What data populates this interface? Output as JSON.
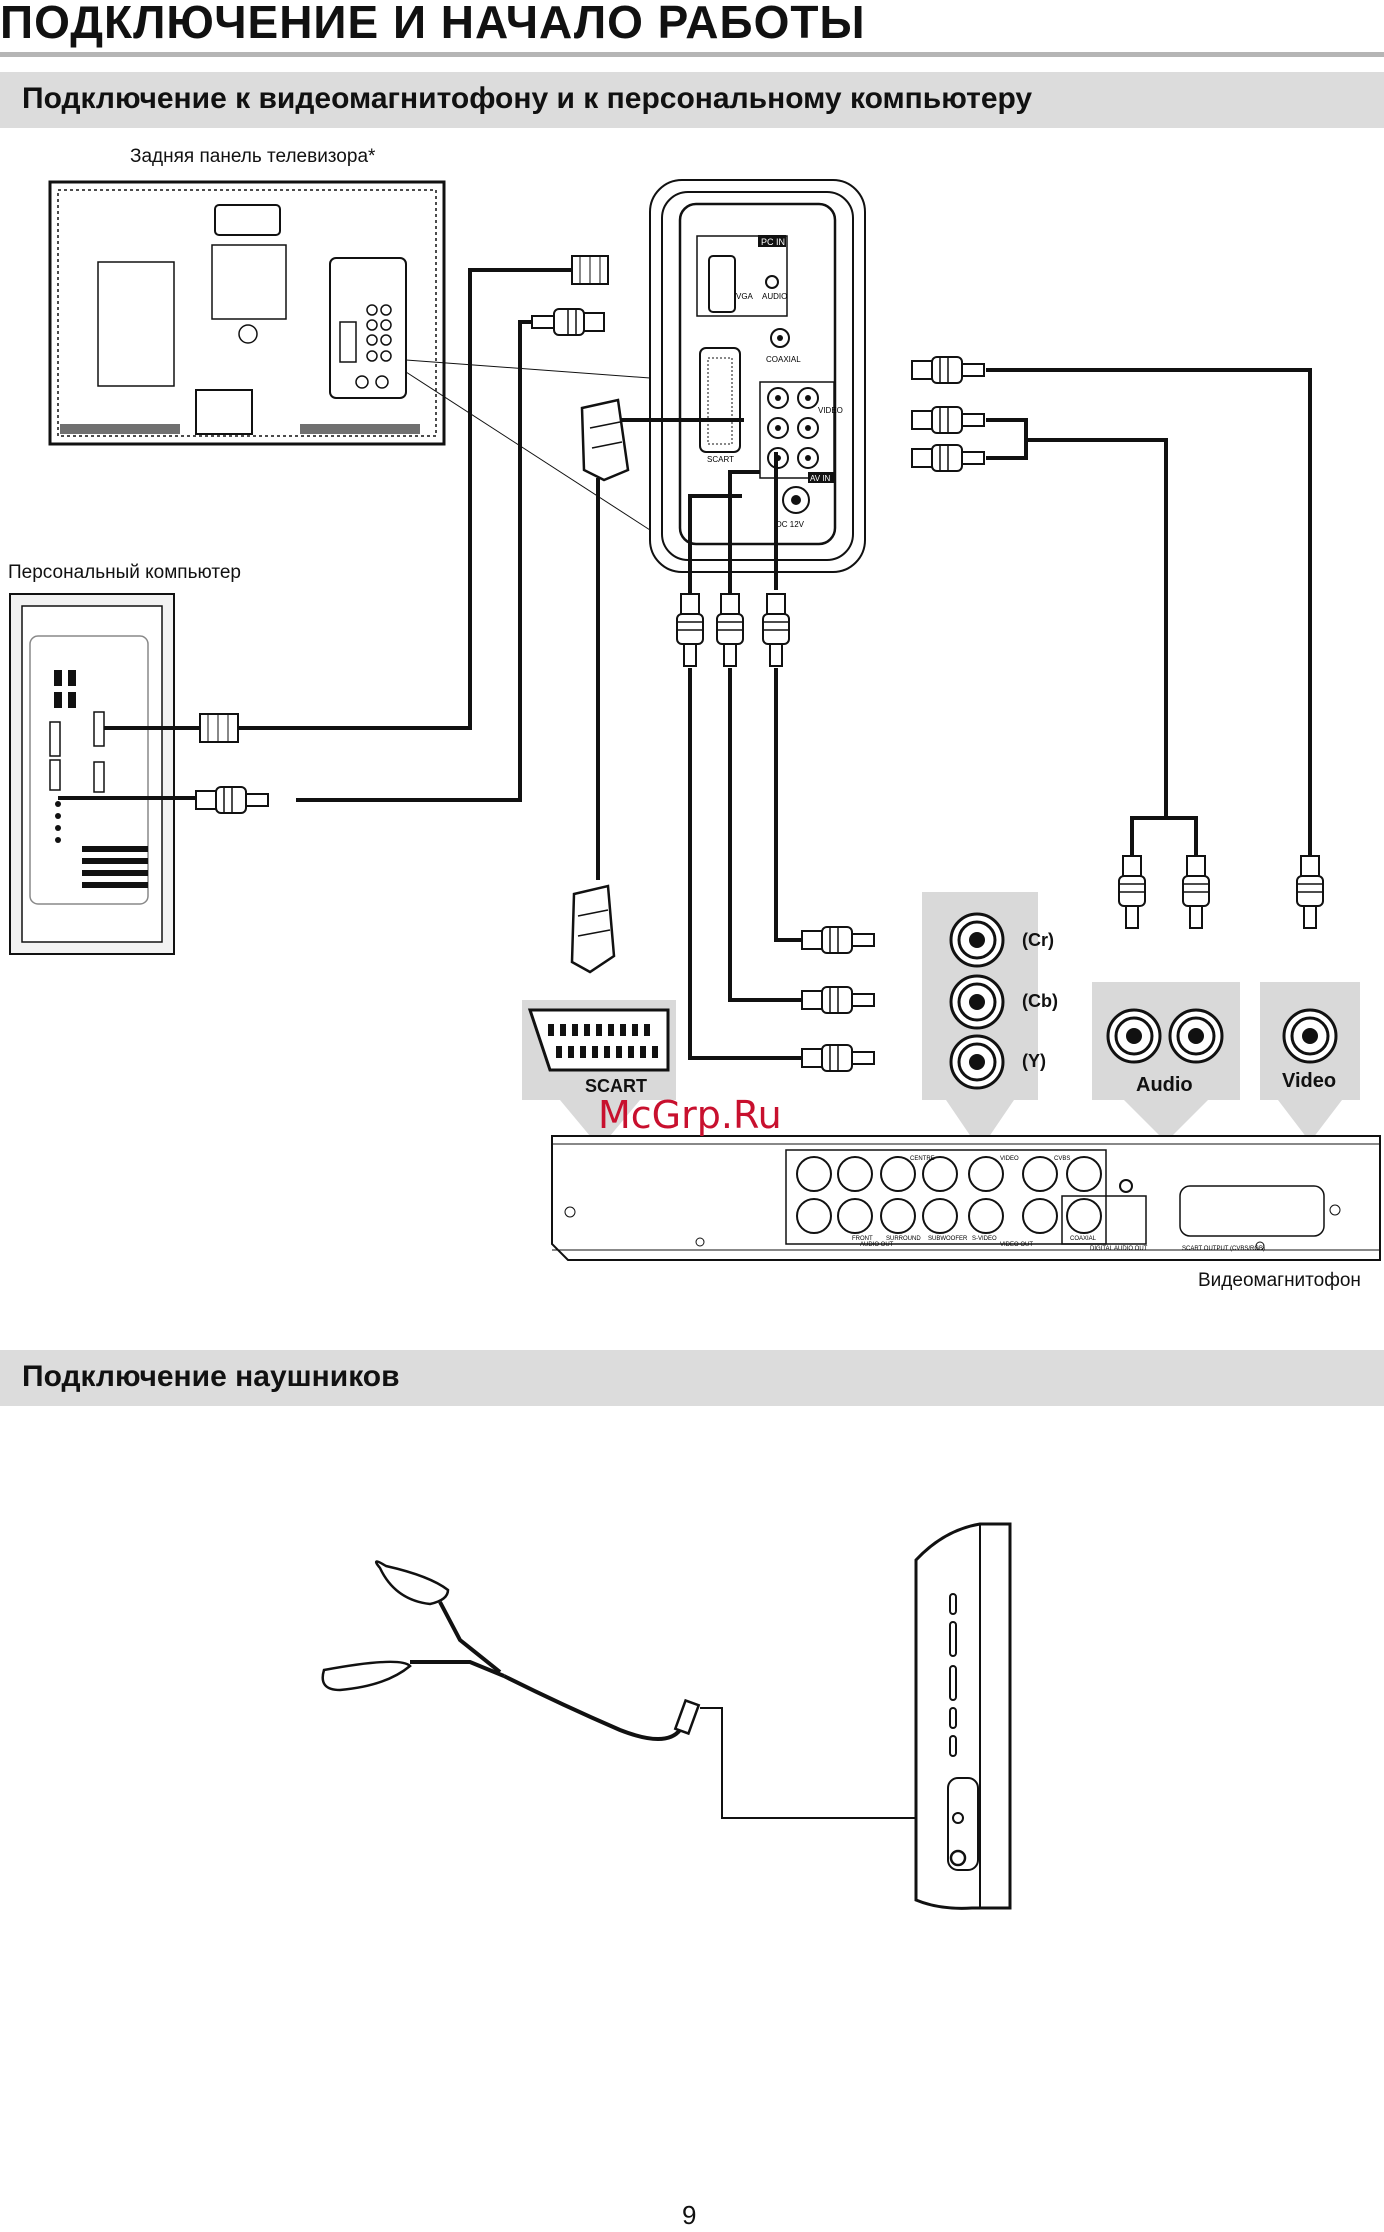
{
  "page": {
    "title": "ПОДКЛЮЧЕНИЕ И НАЧАЛО РАБОТЫ",
    "page_number": "9",
    "watermark": "McGrp.Ru"
  },
  "section1": {
    "heading": "Подключение к видеомагнитофону и к персональному компьютеру",
    "tv_back_label": "Задняя панель телевизора*",
    "pc_label": "Персональный компьютер",
    "vcr_label": "Видеомагнитофон",
    "panel_labels": {
      "pc_in": "PC IN",
      "vga": "VGA",
      "audio": "AUDIO",
      "coaxial": "COAXIAL",
      "scart": "SCART",
      "video": "VIDEO",
      "av_in": "AV IN",
      "dc": "DC 12V"
    },
    "connector_labels": {
      "cr": "(Cr)",
      "cb": "(Cb)",
      "y": "(Y)",
      "scart": "SCART",
      "audio": "Audio",
      "video": "Video"
    },
    "vcr_panel_labels": {
      "centre": "CENTRE",
      "video": "VIDEO",
      "cvbs": "CVBS",
      "audio_out": "AUDIO OUT",
      "video_out": "VIDEO OUT",
      "coaxial": "COAXIAL",
      "digital_audio_out": "DIGITAL AUDIO OUT",
      "scart_output": "SCART OUTPUT (CVBS/RGB)",
      "front": "FRONT",
      "surround": "SURROUND",
      "subwoofer": "SUBWOOFER",
      "s_video": "S-VIDEO"
    }
  },
  "section2": {
    "heading": "Подключение наушников"
  },
  "colors": {
    "section_bar": "#dcdcdc",
    "title_rule": "#b5b5b5",
    "cable": "#111111",
    "watermark": "#c8102e",
    "callout_bg": "#d9d9d9"
  }
}
